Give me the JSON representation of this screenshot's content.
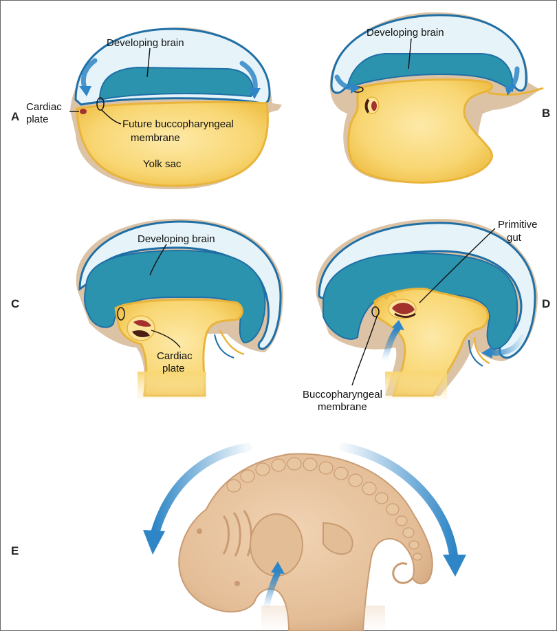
{
  "panels": {
    "A": {
      "letter": "A",
      "developing_brain": "Developing brain",
      "cardiac_plate_line1": "Cardiac",
      "cardiac_plate_line2": "plate",
      "membrane_line1": "Future buccopharyngeal",
      "membrane_line2": "membrane",
      "yolk_sac": "Yolk sac"
    },
    "B": {
      "letter": "B",
      "developing_brain": "Developing brain"
    },
    "C": {
      "letter": "C",
      "developing_brain": "Developing brain",
      "cardiac_plate_line1": "Cardiac",
      "cardiac_plate_line2": "plate"
    },
    "D": {
      "letter": "D",
      "primitive_gut_line1": "Primitive",
      "primitive_gut_line2": "gut",
      "membrane_line1": "Buccopharyngeal",
      "membrane_line2": "membrane"
    },
    "E": {
      "letter": "E"
    }
  },
  "colors": {
    "brain_teal": "#2b93ad",
    "brain_outline": "#1f6fa6",
    "amnion_light": "#e6f4f9",
    "yolk_yellow": "#f6cf5a",
    "yolk_light": "#fbe39a",
    "yolk_edge": "#e9b43a",
    "tan_shadow": "#dcc3a5",
    "heart_red": "#a3312c",
    "heart_dark": "#4a1f14",
    "arrow_blue": "#2f86c6",
    "embryo_skin": "#e6c19c",
    "embryo_shade": "#c99b72"
  }
}
